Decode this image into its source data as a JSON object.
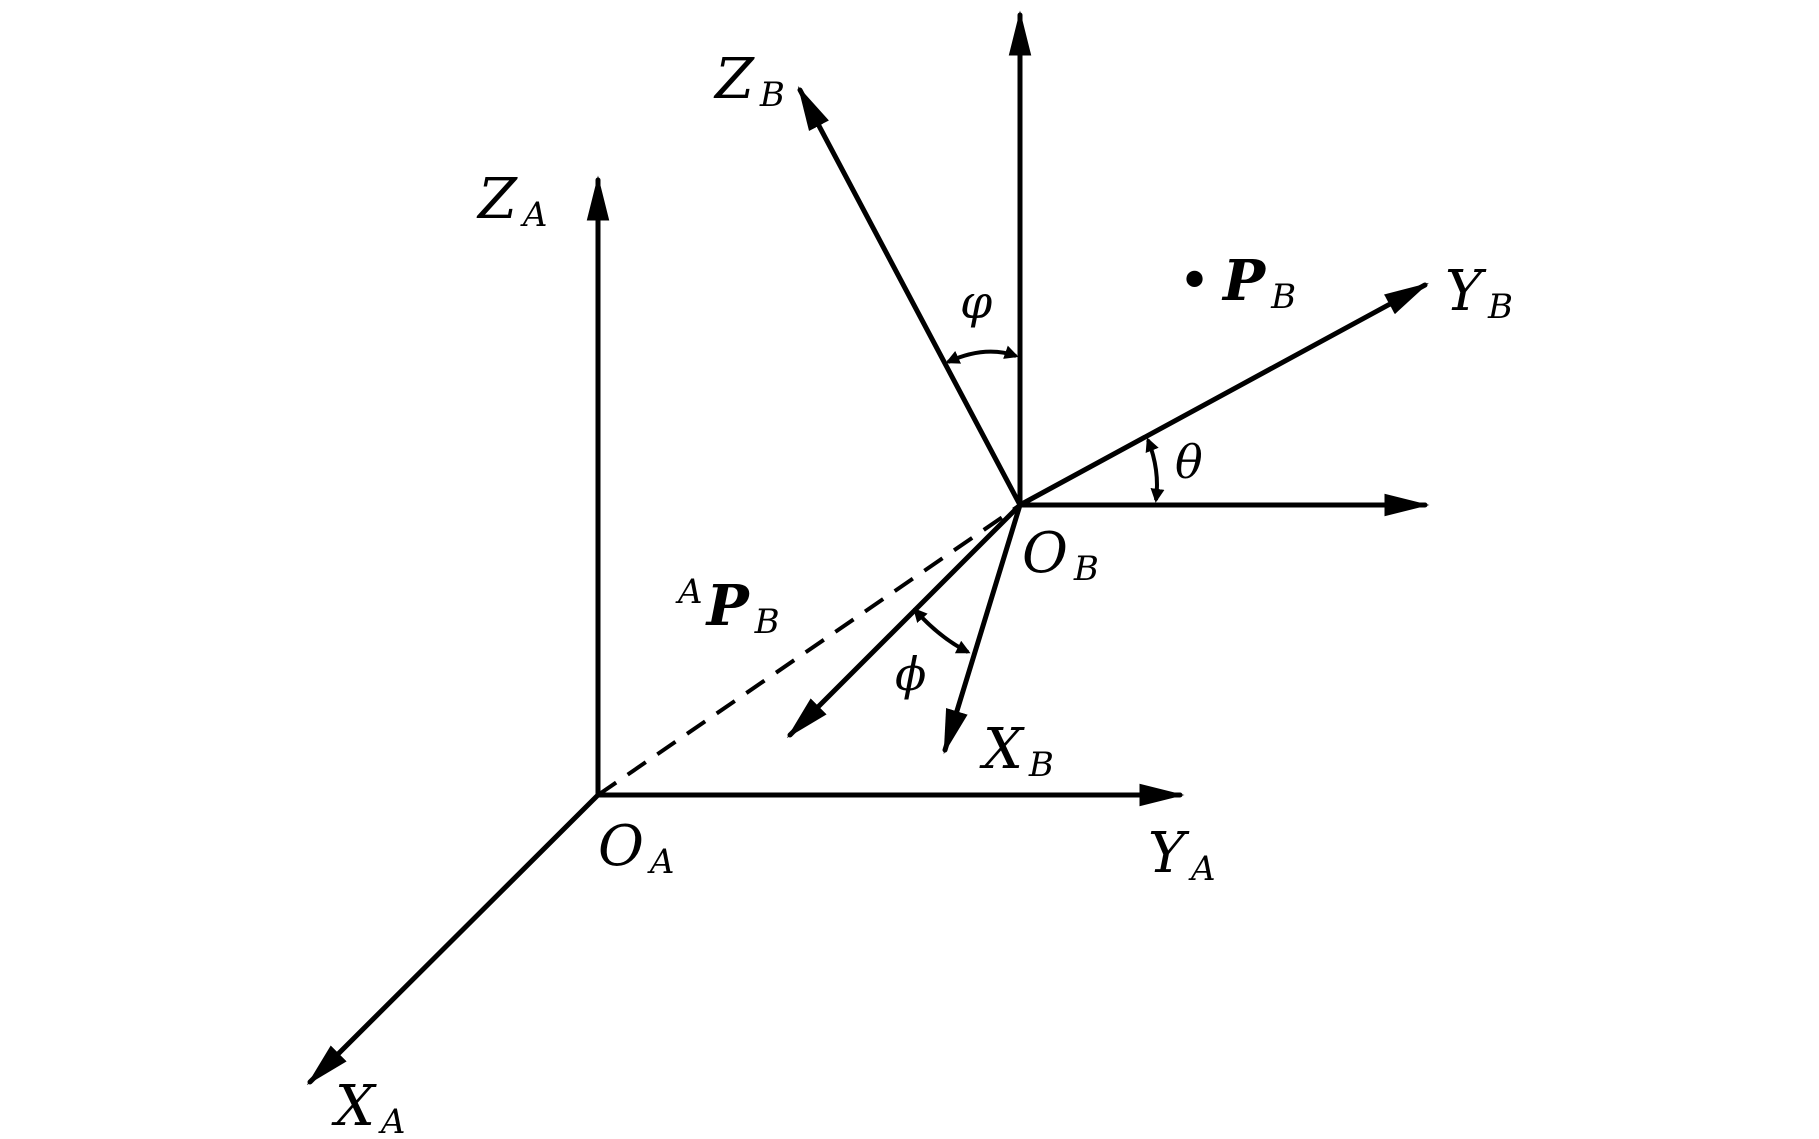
{
  "labels": {
    "za": {
      "main": "Z",
      "sub": "A"
    },
    "xa": {
      "main": "X",
      "sub": "A"
    },
    "ya": {
      "main": "Y",
      "sub": "A"
    },
    "oa": {
      "main": "O",
      "sub": "A"
    },
    "zb": {
      "main": "Z",
      "sub": "B"
    },
    "xb": {
      "main": "X",
      "sub": "B"
    },
    "yb": {
      "main": "Y",
      "sub": "B"
    },
    "ob": {
      "main": "O",
      "sub": "B"
    },
    "pb": {
      "dot": "•",
      "main": "P",
      "sub": "B"
    },
    "apb": {
      "sup": "A",
      "main": "P",
      "sub": "B"
    }
  },
  "angles": {
    "phi_top": "φ",
    "theta": "θ",
    "phi_bottom": "ϕ"
  },
  "colors": {
    "ink": "#000000",
    "background": "#ffffff"
  }
}
